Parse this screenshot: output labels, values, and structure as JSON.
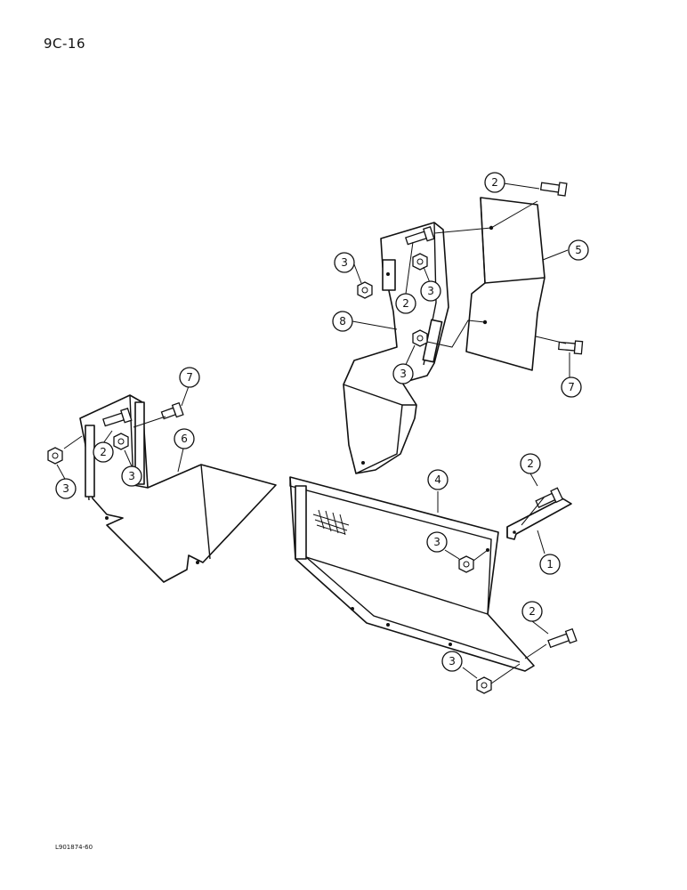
{
  "page_code": "9C-16",
  "figure_code": "L901874-60",
  "callouts": [
    {
      "label": "2"
    },
    {
      "label": "5"
    },
    {
      "label": "3"
    },
    {
      "label": "2"
    },
    {
      "label": "3"
    },
    {
      "label": "8"
    },
    {
      "label": "3"
    },
    {
      "label": "7"
    },
    {
      "label": "7"
    },
    {
      "label": "6"
    },
    {
      "label": "2"
    },
    {
      "label": "3"
    },
    {
      "label": "3"
    },
    {
      "label": "4"
    },
    {
      "label": "2"
    },
    {
      "label": "3"
    },
    {
      "label": "1"
    },
    {
      "label": "2"
    },
    {
      "label": "3"
    }
  ]
}
